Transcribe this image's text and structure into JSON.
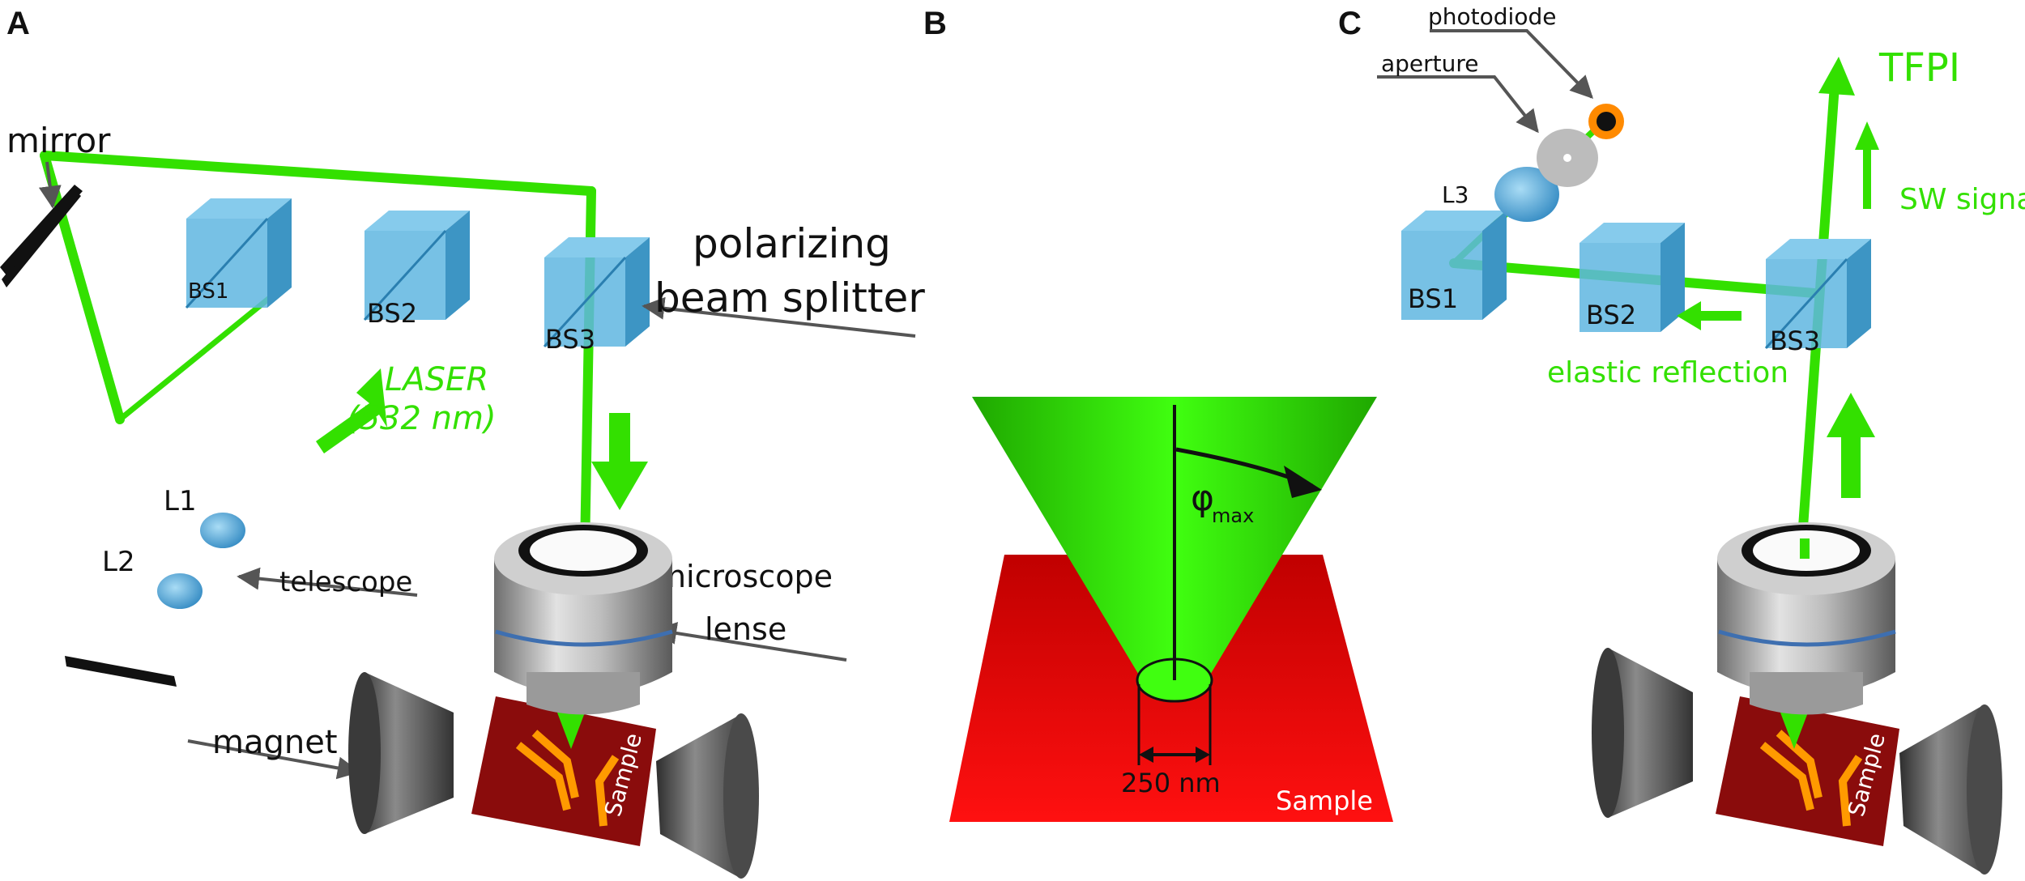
{
  "colors": {
    "beam": "#33e000",
    "cube": "#4aa8d8",
    "sample_dark": "#7a0a0a",
    "contact": "#ff9a00",
    "magnet": "#555555",
    "plane": "#e00000"
  },
  "panels": {
    "a": "A",
    "b": "B",
    "c": "C"
  },
  "panel_a": {
    "mirror": "mirror",
    "bs1": "BS1",
    "bs2": "BS2",
    "bs3": "BS3",
    "pbs_line1": "polarizing",
    "pbs_line2": "beam splitter",
    "laser_line1": "LASER",
    "laser_line2": "(532 nm)",
    "l1": "L1",
    "l2": "L2",
    "telescope": "telescope",
    "micro_line1": "microscope",
    "micro_line2": "lense",
    "magnet": "magnet",
    "sample": "Sample"
  },
  "panel_b": {
    "phi": "φ",
    "phi_sub": "max",
    "spot": "250 nm",
    "sample": "Sample"
  },
  "panel_c": {
    "photodiode": "photodiode",
    "aperture": "aperture",
    "l3": "L3",
    "tfpi": "TFPI",
    "sw": "SW signal",
    "bs1": "BS1",
    "bs2": "BS2",
    "bs3": "BS3",
    "elastic": "elastic reflection",
    "sample": "Sample"
  }
}
